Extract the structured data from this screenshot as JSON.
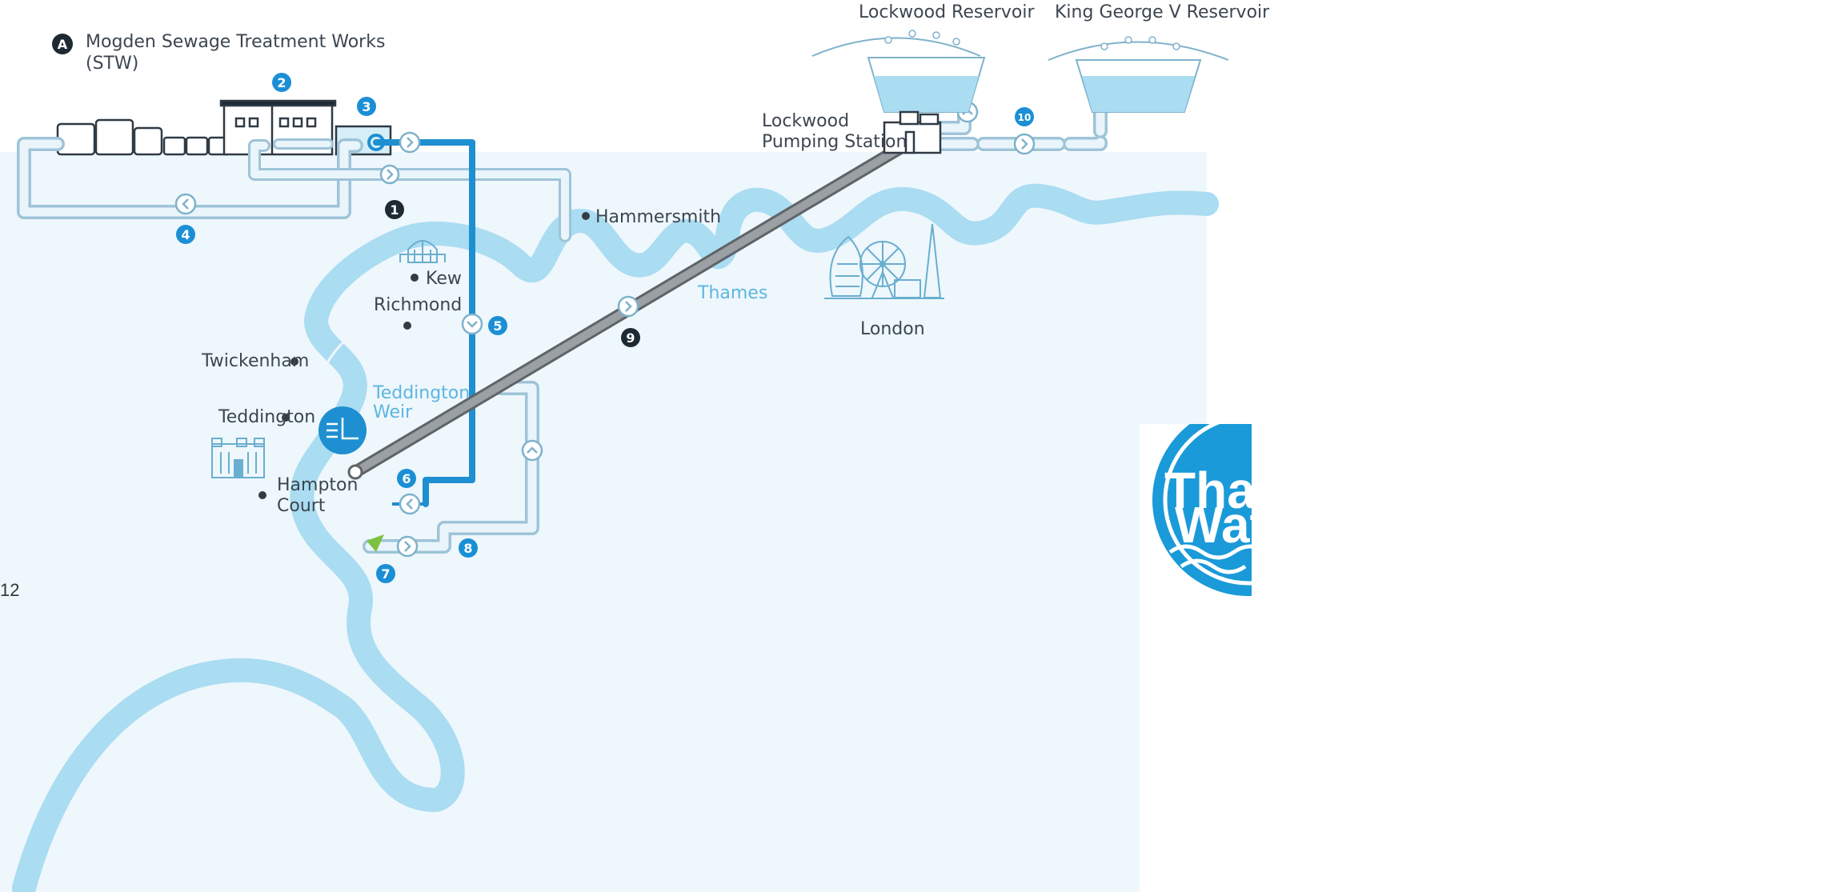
{
  "title_marker": "A",
  "title": "Mogden Sewage Treatment Works",
  "title_abbrev": "(STW)",
  "reservoirs": {
    "lockwood": "Lockwood Reservoir",
    "king_george": "King George V Reservoir"
  },
  "pumping_station": {
    "line1": "Lockwood",
    "line2": "Pumping Station"
  },
  "places": {
    "hammersmith": "Hammersmith",
    "kew": "Kew",
    "richmond": "Richmond",
    "twickenham": "Twickenham",
    "teddington": "Teddington",
    "hampton_line1": "Hampton",
    "hampton_line2": "Court",
    "london": "London"
  },
  "river": {
    "thames": "Thames",
    "weir_line1": "Teddington",
    "weir_line2": "Weir"
  },
  "steps": {
    "s1": "1",
    "s2": "2",
    "s3": "3",
    "s4": "4",
    "s5": "5",
    "s6": "6",
    "s7": "7",
    "s8": "8",
    "s9": "9",
    "s10": "10"
  },
  "page_number": "12",
  "logo": {
    "line1": "Thames",
    "line2": "Water"
  },
  "colors": {
    "river": "#aadcf2",
    "background": "#eef7fc",
    "pipe_blue": "#1e8fd0",
    "pipe_light": "#e8f4fb",
    "pipe_outline": "#9ec4d8",
    "tunnel": "#8a8f93",
    "marker_blue": "#1b8fd6",
    "marker_dark": "#1e2a33",
    "logo_blue": "#1a9ad8"
  }
}
